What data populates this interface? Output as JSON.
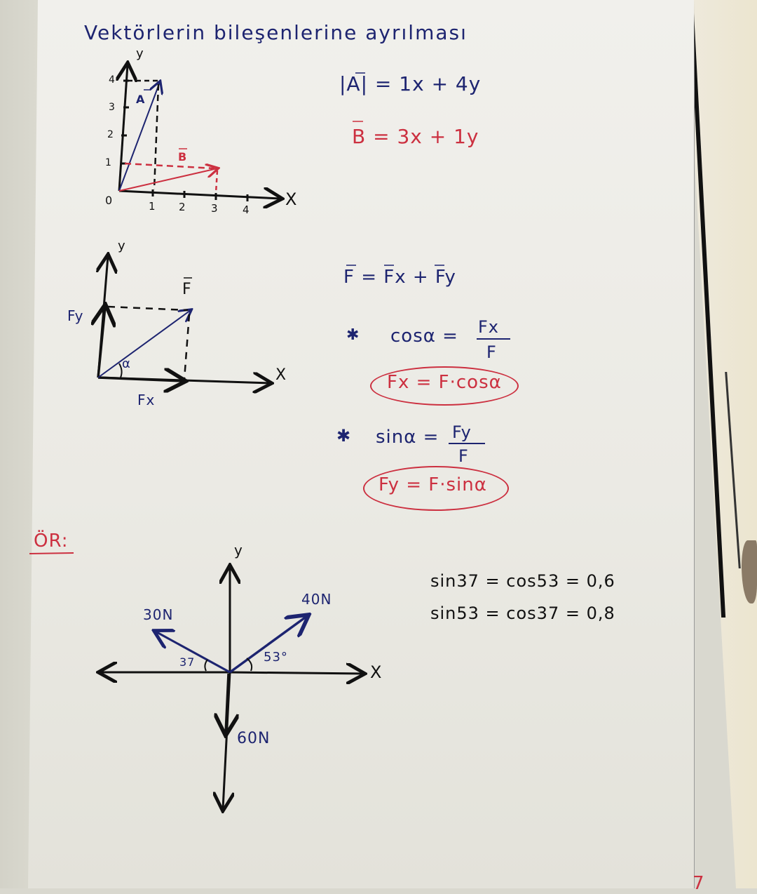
{
  "page": {
    "title": "Vektörlerin bileşenlerine ayrılması",
    "page_number": "7"
  },
  "graph1": {
    "y_axis_label": "y",
    "x_axis_label": "X",
    "origin_label": "0",
    "y_ticks": [
      "1",
      "2",
      "3",
      "4"
    ],
    "x_ticks": [
      "1",
      "2",
      "3",
      "4"
    ],
    "vector_a_label": "A",
    "vector_b_label": "B",
    "vector_a_color": "#1d2470",
    "vector_b_color": "#cc3040"
  },
  "equations1": {
    "a_eq": "|A| = 1x + 4y",
    "b_eq": "B = 3x + 1y"
  },
  "graph2": {
    "y_axis_label": "y",
    "x_axis_label": "X",
    "vector_label": "F",
    "fy_label": "Fy",
    "fx_label": "Fx",
    "angle_label": "α"
  },
  "equations2": {
    "sum_eq": "F = Fx + Fy",
    "bullet": "✱",
    "cos_lhs": "cosα =",
    "cos_num": "Fx",
    "cos_den": "F",
    "fx_boxed": "Fx = F·cosα",
    "sin_lhs": "sinα =",
    "sin_num": "Fy",
    "sin_den": "F",
    "fy_boxed": "Fy = F·sinα"
  },
  "example": {
    "heading": "ÖR:",
    "y_axis_label": "y",
    "x_axis_label": "X",
    "force_left": "30N",
    "force_right": "40N",
    "force_down": "60N",
    "angle_left": "37",
    "angle_right": "53°",
    "trig_line1": "sin37 = cos53 = 0,6",
    "trig_line2": "sin53 = cos37 = 0,8"
  }
}
